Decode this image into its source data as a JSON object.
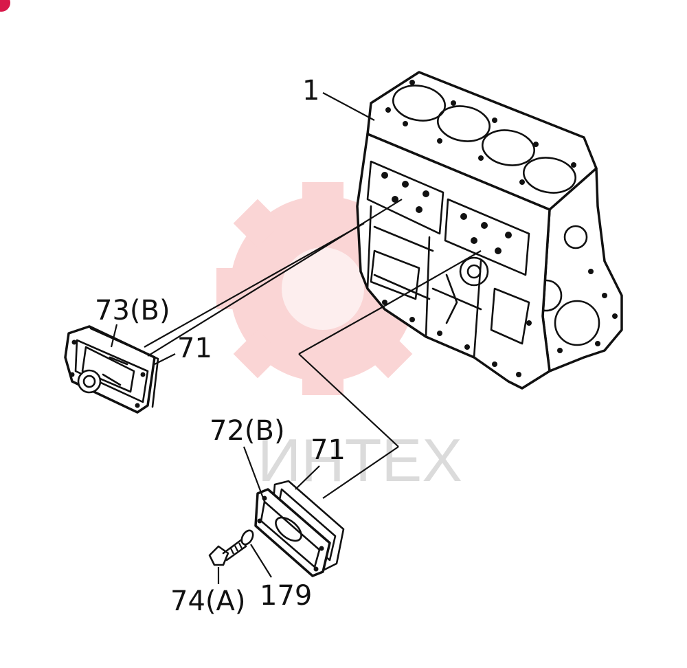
{
  "labels": {
    "block": "1",
    "cover_b": "73(B)",
    "gasket_top": "71",
    "cover_plate": "72(B)",
    "gasket_bottom": "71",
    "bolt": "74(A)",
    "washer": "179"
  },
  "watermark": {
    "text": "ИНТЕХ",
    "color": "#f08080"
  },
  "corner_badge": {
    "color": "#d8184a"
  }
}
